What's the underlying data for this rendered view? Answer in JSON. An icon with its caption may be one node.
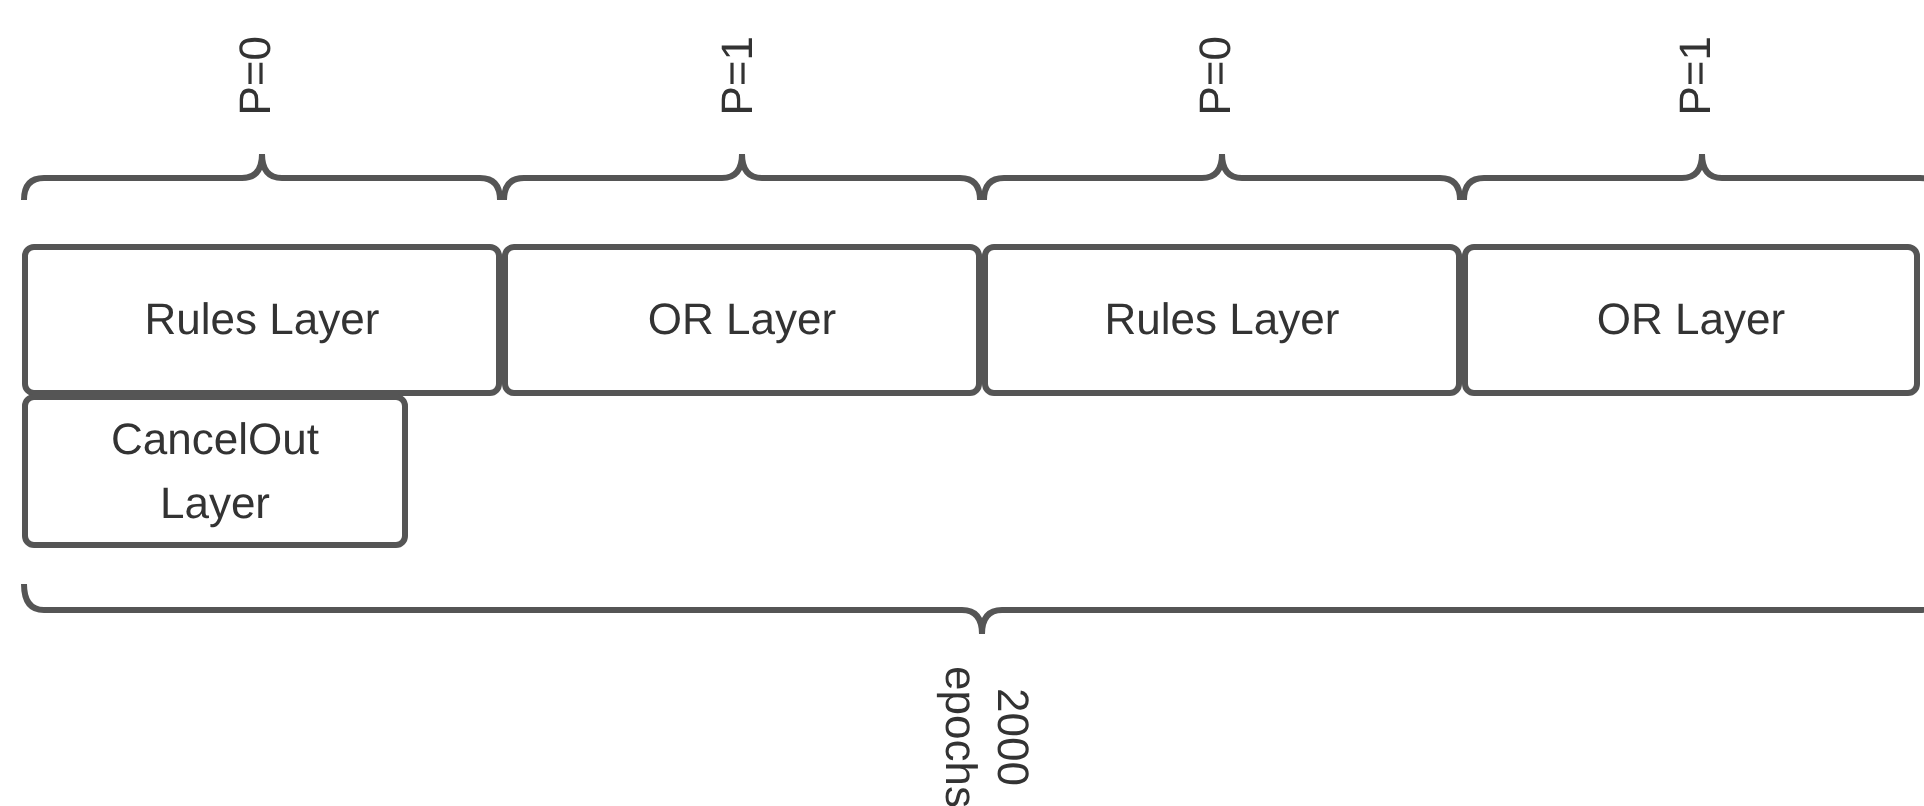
{
  "diagram": {
    "nodes": [
      {
        "text": [
          "Rules Layer"
        ]
      },
      {
        "text": [
          "OR Layer"
        ]
      },
      {
        "text": [
          "Rules Layer"
        ]
      },
      {
        "text": [
          "OR Layer"
        ]
      },
      {
        "text": [
          "CancelOut Layer"
        ]
      }
    ],
    "labels": [
      "P=0",
      "P=1",
      "P=0",
      "P=1",
      "2000 epochs"
    ]
  }
}
